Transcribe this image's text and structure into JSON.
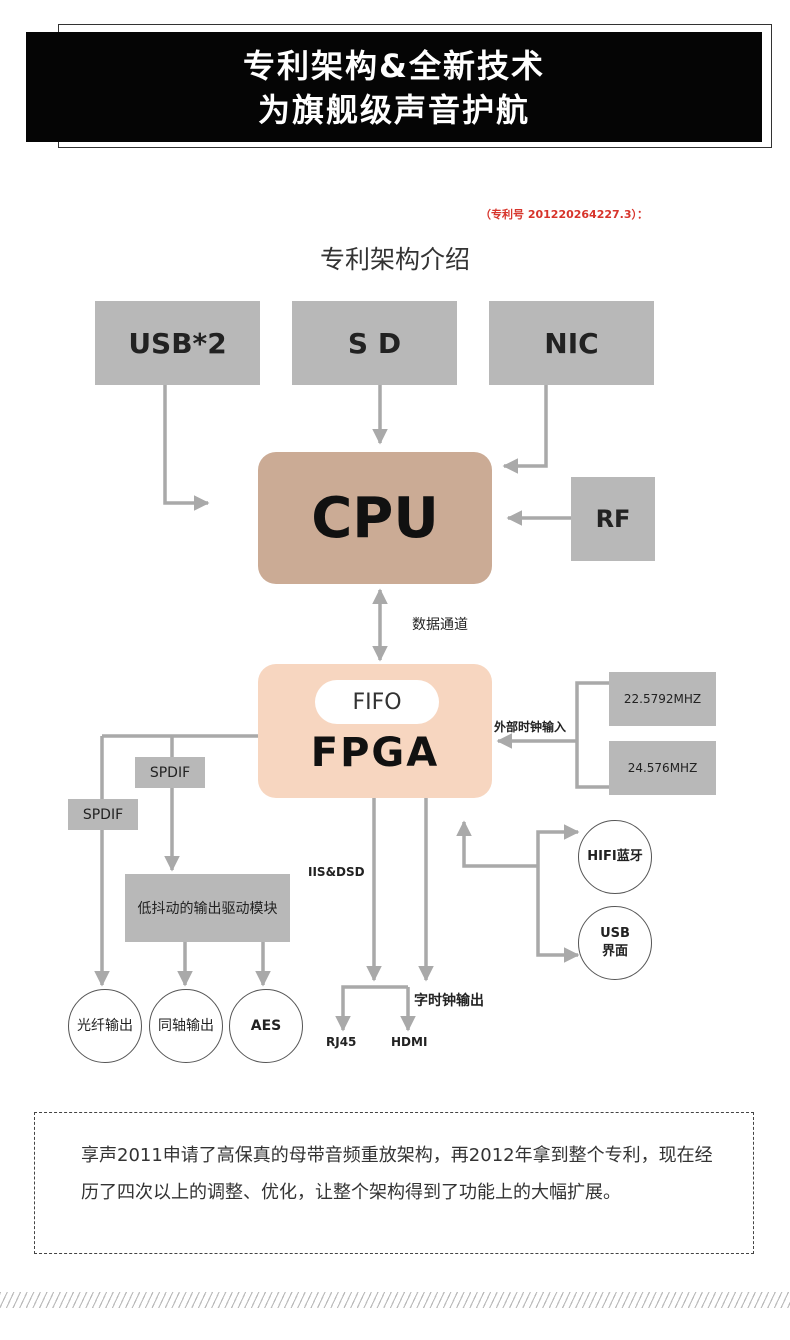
{
  "banner": {
    "line1": "专利架构&全新技术",
    "line2": "为旗舰级声音护航"
  },
  "patent_number": "（专利号 201220264227.3）：",
  "diagram": {
    "title": "专利架构介绍",
    "blocks": {
      "usb": "USB*2",
      "sd": "S D",
      "nic": "NIC",
      "rf": "RF",
      "cpu": "CPU",
      "fifo": "FIFO",
      "fpga": "FPGA",
      "clock1": "22.5792MHZ",
      "clock2": "24.576MHZ",
      "spdif_a": "SPDIF",
      "spdif_b": "SPDIF",
      "jitter": "低抖动的输出驱动模块"
    },
    "labels": {
      "data_channel": "数据通道",
      "ext_clock": "外部时钟输入",
      "iis_dsd": "IIS&DSD",
      "word_clock": "字时钟输出",
      "rj45": "RJ45",
      "hdmi": "HDMI"
    },
    "outputs": {
      "optical": "光纤输出",
      "coaxial": "同轴输出",
      "aes": "AES",
      "bluetooth": "HIFI蓝牙",
      "usb_ui": "USB\n界面"
    },
    "colors": {
      "gray_box": "#b8b8b8",
      "cpu": "#cbab95",
      "fpga": "#f7d6c0",
      "arrow": "#a9a9a9"
    }
  },
  "note": "享声2011申请了高保真的母带音频重放架构，再2012年拿到整个专利，现在经历了四次以上的调整、优化，让整个架构得到了功能上的大幅扩展。"
}
